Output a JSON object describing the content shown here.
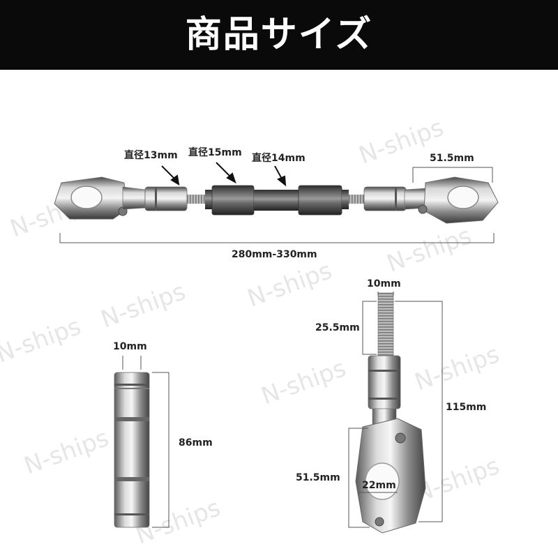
{
  "header": {
    "title": "商品サイズ"
  },
  "watermark": "N-ships",
  "bar_assembly": {
    "diameter_left": "直径13mm",
    "diameter_center": "直径15mm",
    "diameter_right": "直径14mm",
    "clamp_width": "51.5mm",
    "total_length": "280mm-330mm"
  },
  "center_rod": {
    "diameter": "10mm",
    "length": "86mm"
  },
  "clamp_part": {
    "thread_diameter": "10mm",
    "thread_length": "25.5mm",
    "total_height": "115mm",
    "clamp_height": "51.5mm",
    "inner_diameter": "22mm"
  }
}
